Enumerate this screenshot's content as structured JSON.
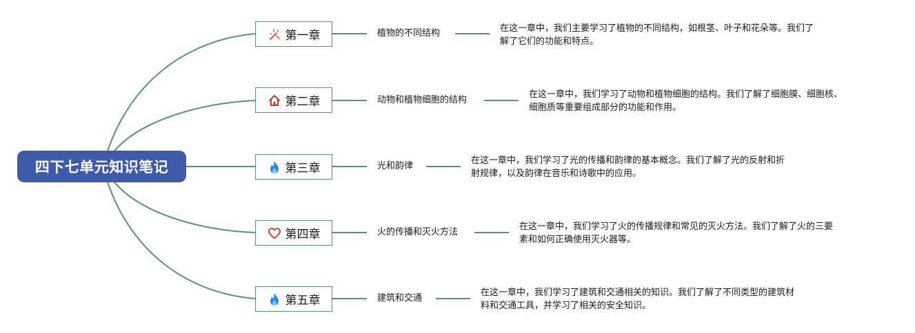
{
  "root": {
    "title": "四下七单元知识笔记"
  },
  "colors": {
    "root_fill": "#3f5ba8",
    "connector": "#5a9077",
    "sparkle_icon": "#d9534f",
    "home_icon": "#c0392b",
    "fire_icon": "#2f86e0",
    "heart_icon": "#c0392b"
  },
  "chapters": [
    {
      "label": "第一章",
      "icon": "sparkle-icon",
      "topic": "植物的不同结构",
      "desc_line1": "在这一章中，我们主要学习了植物的不同结构，如根茎、叶子和花朵等。我们了",
      "desc_line2": "解了它们的功能和特点。"
    },
    {
      "label": "第二章",
      "icon": "home-icon",
      "topic": "动物和植物细胞的结构",
      "desc_line1": "在这一章中，我们学习了动物和植物细胞的结构。我们了解了细胞膜、细胞核、",
      "desc_line2": "细胞质等重要组成部分的功能和作用。"
    },
    {
      "label": "第三章",
      "icon": "fire-icon",
      "topic": "光和韵律",
      "desc_line1": "在这一章中，我们学习了光的传播和韵律的基本概念。我们了解了光的反射和折",
      "desc_line2": "射规律，以及韵律在音乐和诗歌中的应用。"
    },
    {
      "label": "第四章",
      "icon": "heart-icon",
      "topic": "火的传播和灭火方法",
      "desc_line1": "在这一章中，我们学习了火的传播规律和常见的灭火方法。我们了解了火的三要",
      "desc_line2": "素和如何正确使用灭火器等。"
    },
    {
      "label": "第五章",
      "icon": "fire-icon",
      "topic": "建筑和交通",
      "desc_line1": "在这一章中，我们学习了建筑和交通相关的知识。我们了解了不同类型的建筑材",
      "desc_line2": "料和交通工具，并学习了相关的安全知识。"
    }
  ]
}
